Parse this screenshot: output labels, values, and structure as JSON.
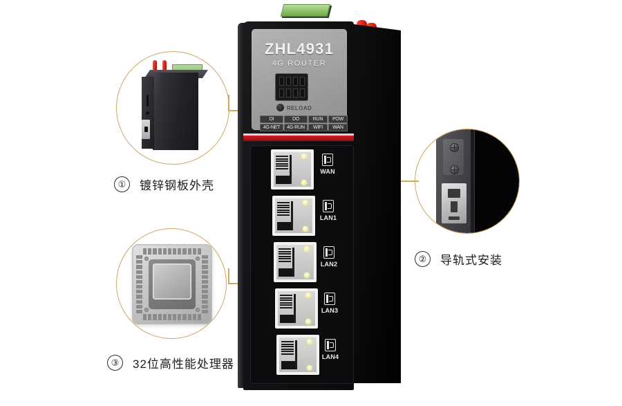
{
  "page": {
    "background_color": "#ffffff",
    "accent_line_color": "#d2a85e",
    "circle_border_color": "#cfa55e"
  },
  "device": {
    "name": "industrial-4g-router",
    "model": "ZHL4931",
    "subtitle": "4G ROUTER",
    "reload_label": "RELOAD",
    "body_color": "#121215",
    "stripe_color": "#d31c22",
    "antenna_color": "#e02418",
    "terminal_color": "#8cc069",
    "led_legend": {
      "top_row": [
        "DI",
        "DO",
        "RUN",
        "POW"
      ],
      "bottom_row": [
        "4G-NET",
        "4G-RUN",
        "WIFI",
        "WAN"
      ]
    },
    "ports": [
      {
        "label": "WAN"
      },
      {
        "label": "LAN1"
      },
      {
        "label": "LAN2"
      },
      {
        "label": "LAN3"
      },
      {
        "label": "LAN4"
      }
    ]
  },
  "callouts": [
    {
      "number": "①",
      "label": "镀锌钢板外壳",
      "subject": "router-enclosure-photo"
    },
    {
      "number": "②",
      "label": "导轨式安装",
      "subject": "din-rail-clip-photo"
    },
    {
      "number": "③",
      "label": "32位高性能处理器",
      "subject": "cpu-chip-photo"
    }
  ]
}
